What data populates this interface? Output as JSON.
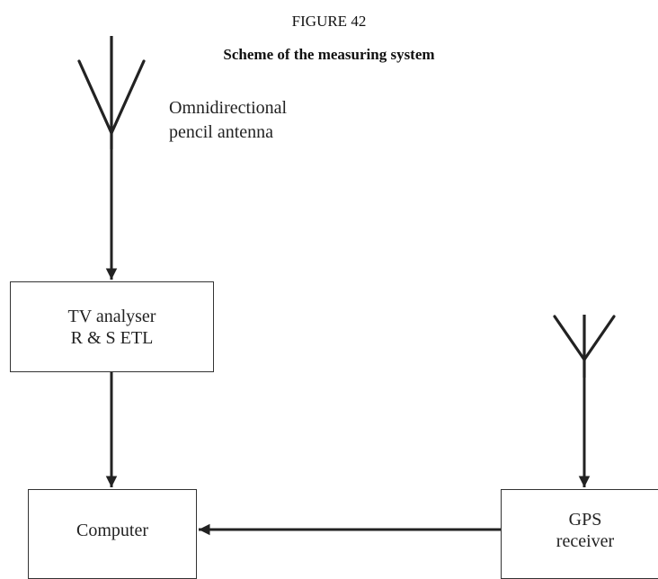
{
  "figure": {
    "number": "FIGURE 42",
    "title": "Scheme of the measuring system"
  },
  "antenna_main": {
    "label_line1": "Omnidirectional",
    "label_line2": "pencil antenna"
  },
  "tv_analyser": {
    "line1": "TV analyser",
    "line2": "R & S ETL"
  },
  "computer": {
    "label": "Computer"
  },
  "gps_receiver": {
    "line1": "GPS",
    "line2": "receiver"
  },
  "colors": {
    "stroke": "#222222",
    "box_border": "#333333",
    "text": "#111111"
  }
}
